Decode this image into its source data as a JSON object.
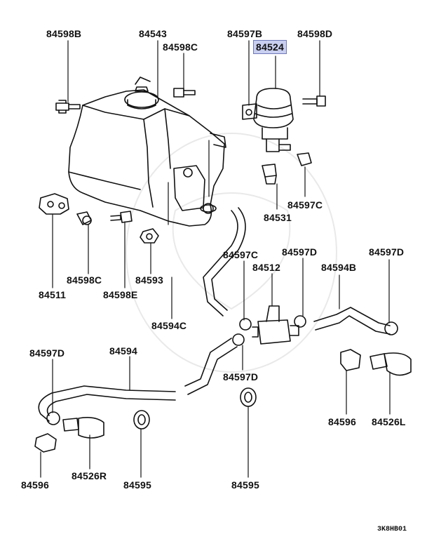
{
  "diagram_code": "3K8HB01",
  "highlight_fill": "#c9cff0",
  "highlight_border": "#6f79b8",
  "labels": {
    "p84598B_top": "84598B",
    "p84543": "84543",
    "p84598C_top": "84598C",
    "p84597B": "84597B",
    "p84524": "84524",
    "p84598D": "84598D",
    "p84597C_right": "84597C",
    "p84531": "84531",
    "p84511": "84511",
    "p84598C_bottom": "84598C",
    "p84598E": "84598E",
    "p84593": "84593",
    "p84597C_mid": "84597C",
    "p84512": "84512",
    "p84597D_mid": "84597D",
    "p84594B": "84594B",
    "p84597D_right": "84597D",
    "p84594C": "84594C",
    "p84597D_center": "84597D",
    "p84597D_left": "84597D",
    "p84594": "84594",
    "p84596_right": "84596",
    "p84526L": "84526L",
    "p84596_left": "84596",
    "p84526R": "84526R",
    "p84595_left": "84595",
    "p84595_right": "84595"
  }
}
